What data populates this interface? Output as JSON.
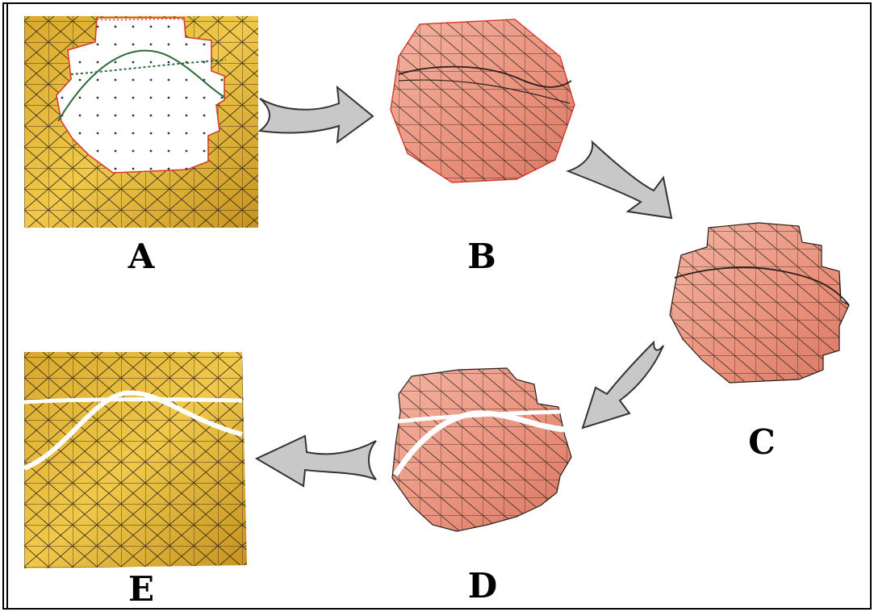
{
  "figure": {
    "labels": {
      "a": "A",
      "b": "B",
      "c": "C",
      "d": "D",
      "e": "E"
    },
    "colors": {
      "frame": "#000000",
      "gold_surface": "#e6b93a",
      "gold_shadow": "#c99a23",
      "pink_patch": "#e8907c",
      "pink_light": "#f2b1a0",
      "mesh_edges": "#2a1f1a",
      "hole_boundary": "#d83a2c",
      "feature_curve": "#2d6a3a",
      "arrow_fill": "#c8c8c8",
      "arrow_stroke": "#333333",
      "seam": "#ffffff"
    },
    "icons": {
      "arrow_ab": "curved-arrow-right-icon",
      "arrow_bc": "curved-arrow-down-right-icon",
      "arrow_cd": "curved-arrow-down-left-icon",
      "arrow_de": "curved-arrow-left-icon"
    }
  }
}
